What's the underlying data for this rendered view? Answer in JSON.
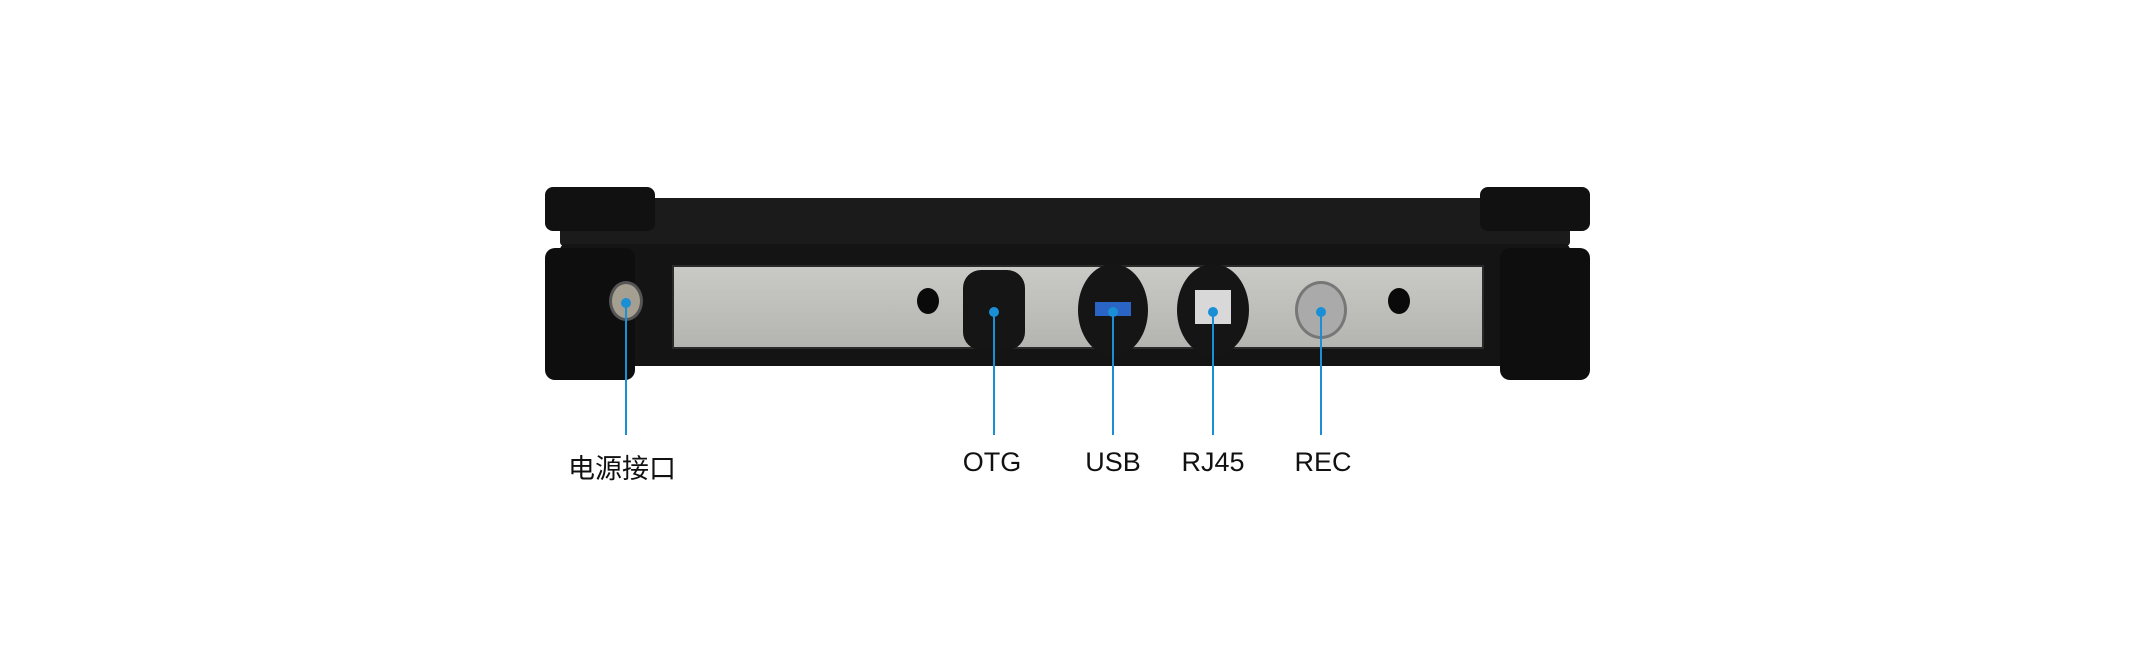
{
  "labels": {
    "power": "电源接口",
    "otg": "OTG",
    "usb": "USB",
    "rj45": "RJ45",
    "rec": "REC"
  },
  "accent": "#1a8fd6"
}
